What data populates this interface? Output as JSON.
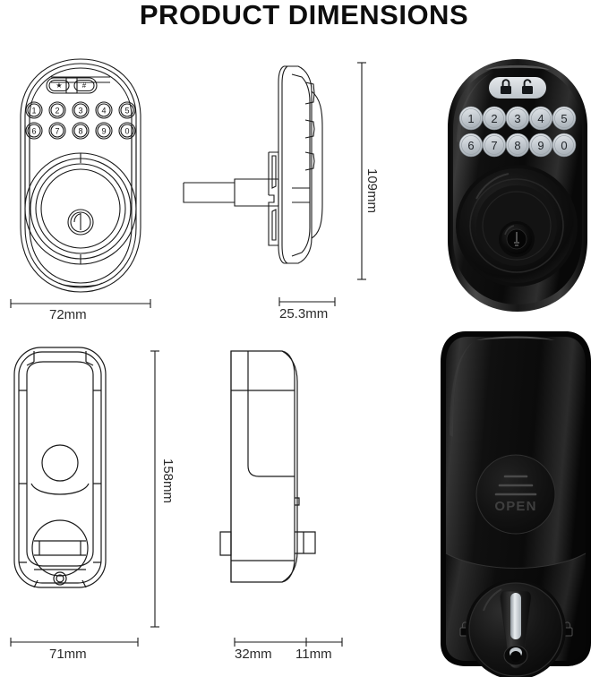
{
  "page": {
    "title": "PRODUCT DIMENSIONS",
    "background_color": "#ffffff",
    "line_color": "#1a1a1a",
    "text_color": "#2b2b2b",
    "product_color": "#101010"
  },
  "views": {
    "front_drawing": {
      "name": "front-view-line-drawing",
      "keypad_top_row": [
        "1",
        "2",
        "3",
        "4",
        "5"
      ],
      "keypad_bottom_row": [
        "6",
        "7",
        "8",
        "9",
        "0"
      ],
      "function_keys": [
        "★",
        "#"
      ]
    },
    "side_drawing_top": {
      "name": "side-view-line-drawing"
    },
    "front_photo": {
      "name": "front-product-photo",
      "keypad_top_row": [
        "1",
        "2",
        "3",
        "4",
        "5"
      ],
      "keypad_bottom_row": [
        "6",
        "7",
        "8",
        "9",
        "0"
      ],
      "indicator_icons": [
        "lock-closed",
        "lock-open"
      ]
    },
    "rear_drawing": {
      "name": "rear-view-line-drawing"
    },
    "side_drawing_bottom": {
      "name": "side-profile-line-drawing"
    },
    "rear_photo": {
      "name": "rear-product-photo",
      "battery_cover_label": "OPEN",
      "lock_icons": [
        "lock-top",
        "lock-left",
        "lock-right"
      ]
    }
  },
  "dimensions": {
    "front_width": "72mm",
    "side_height": "109mm",
    "side_depth": "25.3mm",
    "rear_height": "158mm",
    "rear_width": "71mm",
    "profile_body": "32mm",
    "profile_plate": "11mm"
  }
}
